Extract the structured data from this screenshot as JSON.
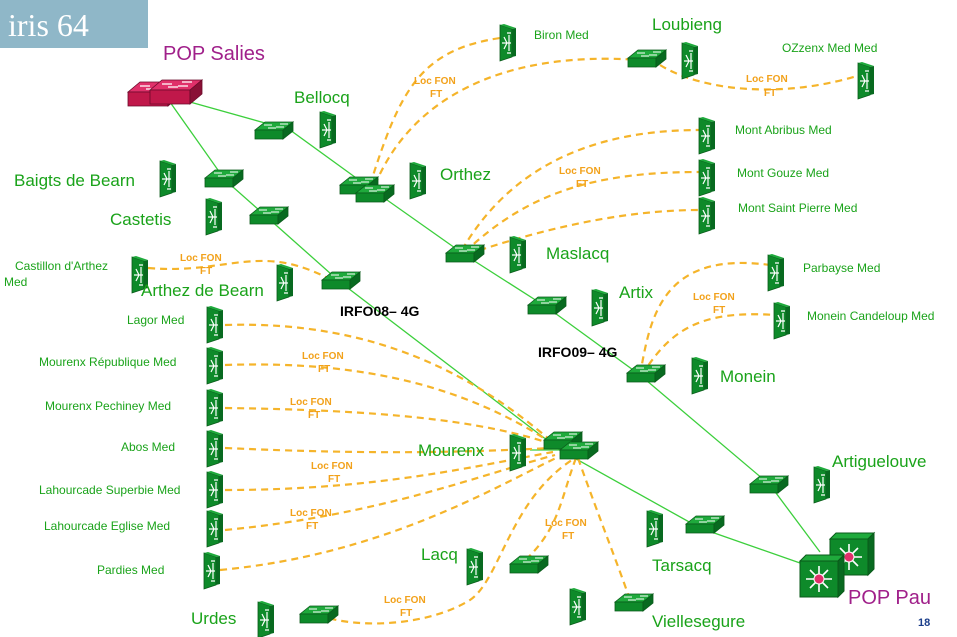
{
  "logo_text": "iris 64",
  "page_number": "18",
  "colors": {
    "site_label": "#1aa31a",
    "fiber_link": "#f5b42a",
    "backbone": "#3ccf3c",
    "pop_label": "#a0208a",
    "switch_green": "#0e8a2a",
    "pop_red": "#c0184a"
  },
  "pops": {
    "salies": "POP Salies",
    "pau": "POP Pau"
  },
  "core_labels": {
    "irfo08": "IRFO08– 4G",
    "irfo09": "IRFO09– 4G"
  },
  "loc_label": [
    "Loc FON",
    "FT"
  ],
  "sites": {
    "bellocq": "Bellocq",
    "loubieng": "Loubieng",
    "baigts": "Baigts de Bearn",
    "castetis": "Castetis",
    "orthez": "Orthez",
    "maslacq": "Maslacq",
    "arthez": "Arthez de Bearn",
    "artix": "Artix",
    "monein": "Monein",
    "mourenx": "Mourenx",
    "artiguelouve": "Artiguelouve",
    "lacq": "Lacq",
    "tarsacq": "Tarsacq",
    "urdes": "Urdes",
    "viellesegure": "Viellesegure"
  },
  "meds": {
    "biron": "Biron Med",
    "ozzenx": "OZzenx Med Med",
    "abribus": "Mont Abribus Med",
    "gouze": "Mont Gouze Med",
    "saintpierre": "Mont Saint Pierre Med",
    "parbayse": "Parbayse Med",
    "candeloup": "Monein Candeloup Med",
    "castillon": [
      "Castillon d'Arthez",
      "Med"
    ],
    "lagor": "Lagor Med",
    "republique": "Mourenx République Med",
    "pechiney": "Mourenx Pechiney Med",
    "abos": "Abos Med",
    "superbie": "Lahourcade Superbie Med",
    "eglise": "Lahourcade Eglise Med",
    "pardies": "Pardies Med"
  }
}
